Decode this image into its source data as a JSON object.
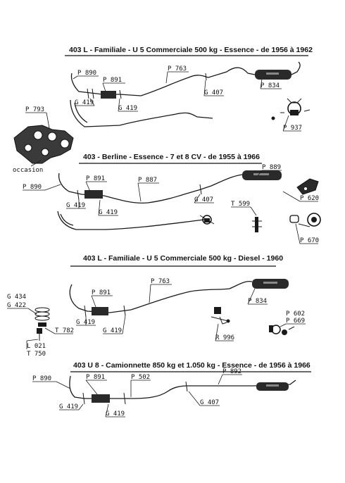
{
  "sections": [
    {
      "title": "403 L - Familiale - U 5 Commerciale 500 kg - Essence - de 1956 à 1962",
      "labels": [
        "P 890",
        "P 891",
        "P 763",
        "P 834",
        "G 419",
        "G 419",
        "G 407",
        "P 793",
        "occasion",
        "P 937"
      ]
    },
    {
      "title": "403 - Berline - Essence - 7 et 8 CV - de 1955 à 1966",
      "labels": [
        "P 889",
        "P 890",
        "P 891",
        "P 887",
        "G 419",
        "G 419",
        "G 407",
        "T 599",
        "P 620",
        "P 670"
      ]
    },
    {
      "title": "403 L - Familiale - U 5 Commerciale 500 kg - Diesel - 1960",
      "labels": [
        "P 763",
        "P 891",
        "G 434",
        "G 422",
        "T 782",
        "G 419",
        "G 419",
        "P 834",
        "R 996",
        "P 602",
        "P 669",
        "L 021",
        "T 750"
      ]
    },
    {
      "title": "403 U 8 - Camionnette 850 kg et 1.050 kg - Essence - de 1956 à 1966",
      "labels": [
        "P 890",
        "P 891",
        "P 502",
        "P 892",
        "G 419",
        "G 419",
        "G 407"
      ]
    }
  ]
}
